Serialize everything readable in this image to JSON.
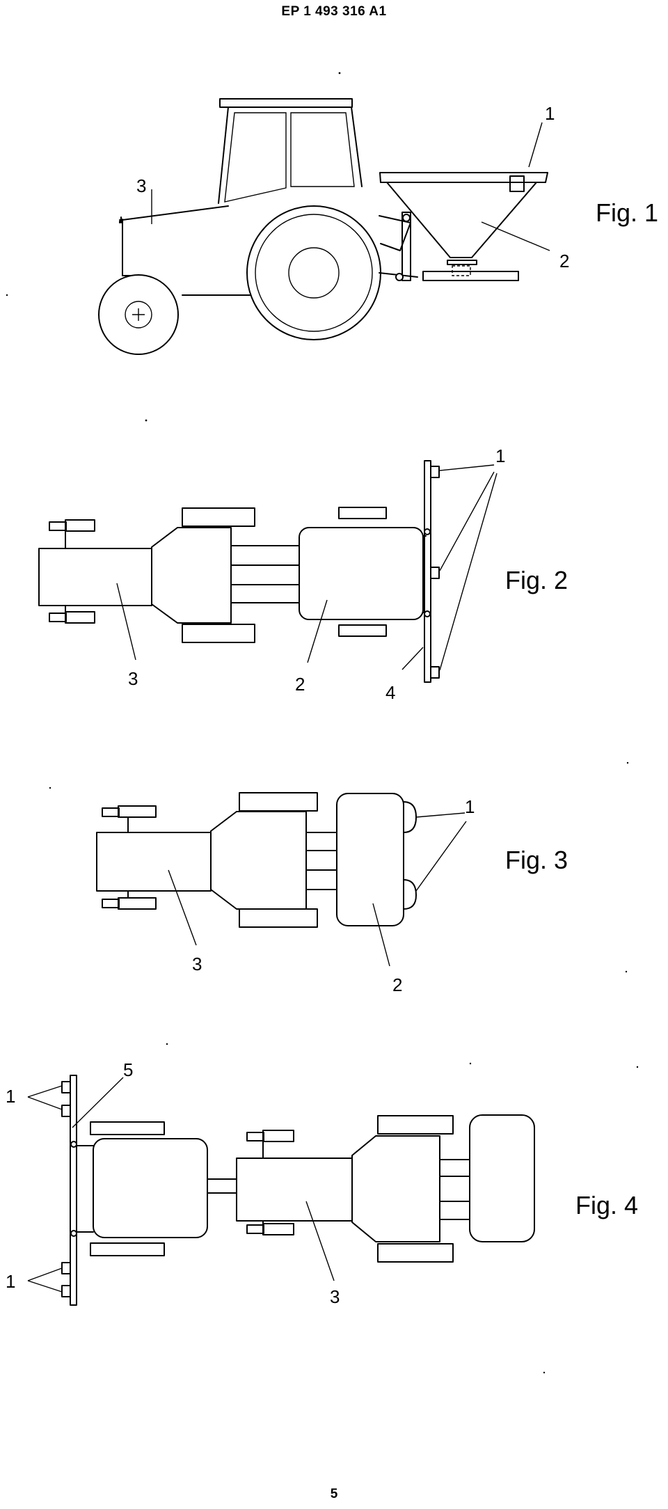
{
  "header": {
    "patent_number": "EP 1 493 316 A1"
  },
  "footer": {
    "page_number": "5"
  },
  "figures": {
    "fig1": {
      "label": "Fig. 1",
      "refs": {
        "r1": "1",
        "r2": "2",
        "r3": "3"
      }
    },
    "fig2": {
      "label": "Fig. 2",
      "refs": {
        "r1": "1",
        "r2": "2",
        "r3": "3",
        "r4": "4"
      }
    },
    "fig3": {
      "label": "Fig. 3",
      "refs": {
        "r1": "1",
        "r2": "2",
        "r3": "3"
      }
    },
    "fig4": {
      "label": "Fig. 4",
      "refs": {
        "r1a": "1",
        "r1b": "1",
        "r3": "3",
        "r5": "5"
      }
    }
  }
}
